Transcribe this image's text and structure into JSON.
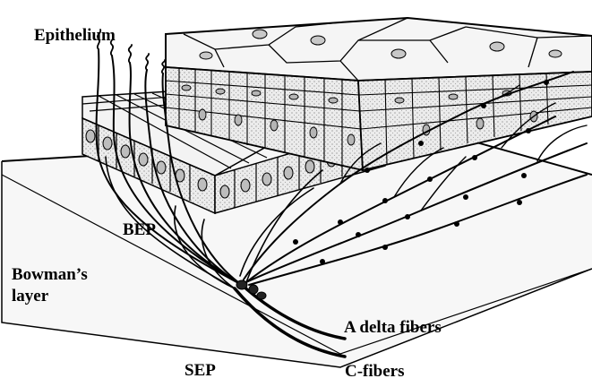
{
  "labels": {
    "epithelium": "Epithelium",
    "bep": "BEP",
    "bowmans_line1": "Bowman’s",
    "bowmans_line2": "layer",
    "a_delta": "A delta fibers",
    "sep": "SEP",
    "c_fibers": "C-fibers"
  },
  "colors": {
    "background": "#ffffff",
    "ink": "#000000",
    "cell_fill": "#e6e6e6",
    "stroma_fill": "#f7f7f7"
  }
}
